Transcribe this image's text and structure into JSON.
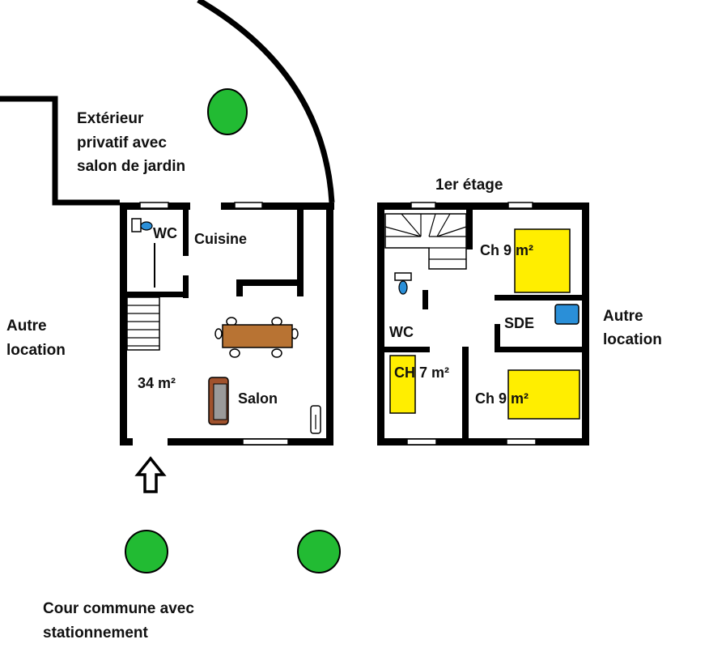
{
  "labels": {
    "exterieur_line1": "Extérieur",
    "exterieur_line2": "privatif avec",
    "exterieur_line3": "salon de jardin",
    "etage": "1er étage",
    "autre_location_left_1": "Autre",
    "autre_location_left_2": "location",
    "autre_location_right_1": "Autre",
    "autre_location_right_2": "location",
    "cour_line1": "Cour commune avec",
    "cour_line2": "stationnement"
  },
  "ground_floor": {
    "wc": "WC",
    "cuisine": "Cuisine",
    "surface": "34 m²",
    "salon": "Salon"
  },
  "first_floor": {
    "ch1": "Ch 9 m²",
    "sde": "SDE",
    "wc": "WC",
    "ch2": "CH 7 m²",
    "ch3": "Ch 9 m²"
  },
  "colors": {
    "tree": "#22bb33",
    "bed": "#ffee00",
    "table": "#b87333",
    "sofa": "#9a9a9a",
    "sofa_frame": "#a0522d",
    "basin": "#2a8fd8",
    "wall": "#000000"
  },
  "icons": [
    "tree-icon",
    "bed-icon",
    "table-icon",
    "sofa-icon",
    "toilet-icon",
    "shower-tray-icon",
    "stairs-icon",
    "radiator-icon",
    "entrance-arrow-icon"
  ]
}
